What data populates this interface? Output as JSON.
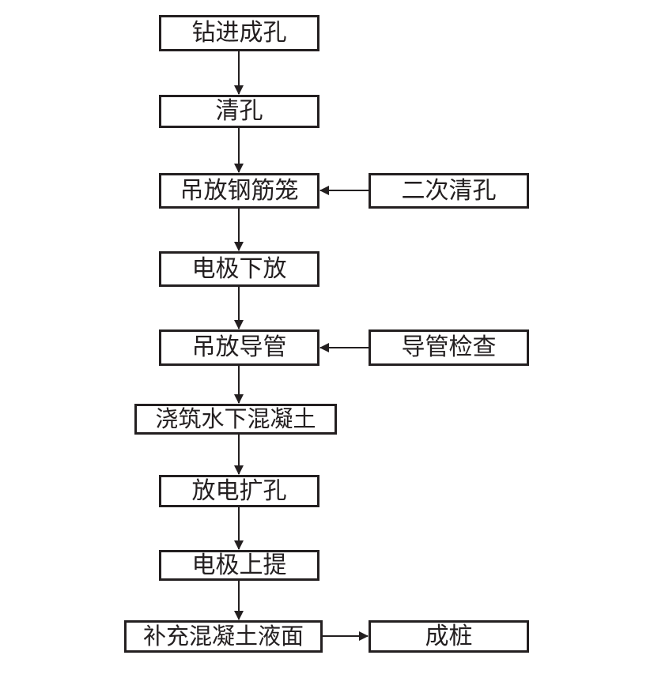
{
  "flowchart": {
    "main_steps": [
      "钻进成孔",
      "清孔",
      "吊放钢筋笼",
      "电极下放",
      "吊放导管",
      "浇筑水下混凝土",
      "放电扩孔",
      "电极上提",
      "补充混凝土液面"
    ],
    "side_steps": {
      "second_hole_cleaning": "二次清孔",
      "conduit_inspection": "导管检查",
      "finished_pile": "成桩"
    }
  },
  "colors": {
    "line": "#231f20",
    "text": "#231f20",
    "background": "#ffffff"
  }
}
